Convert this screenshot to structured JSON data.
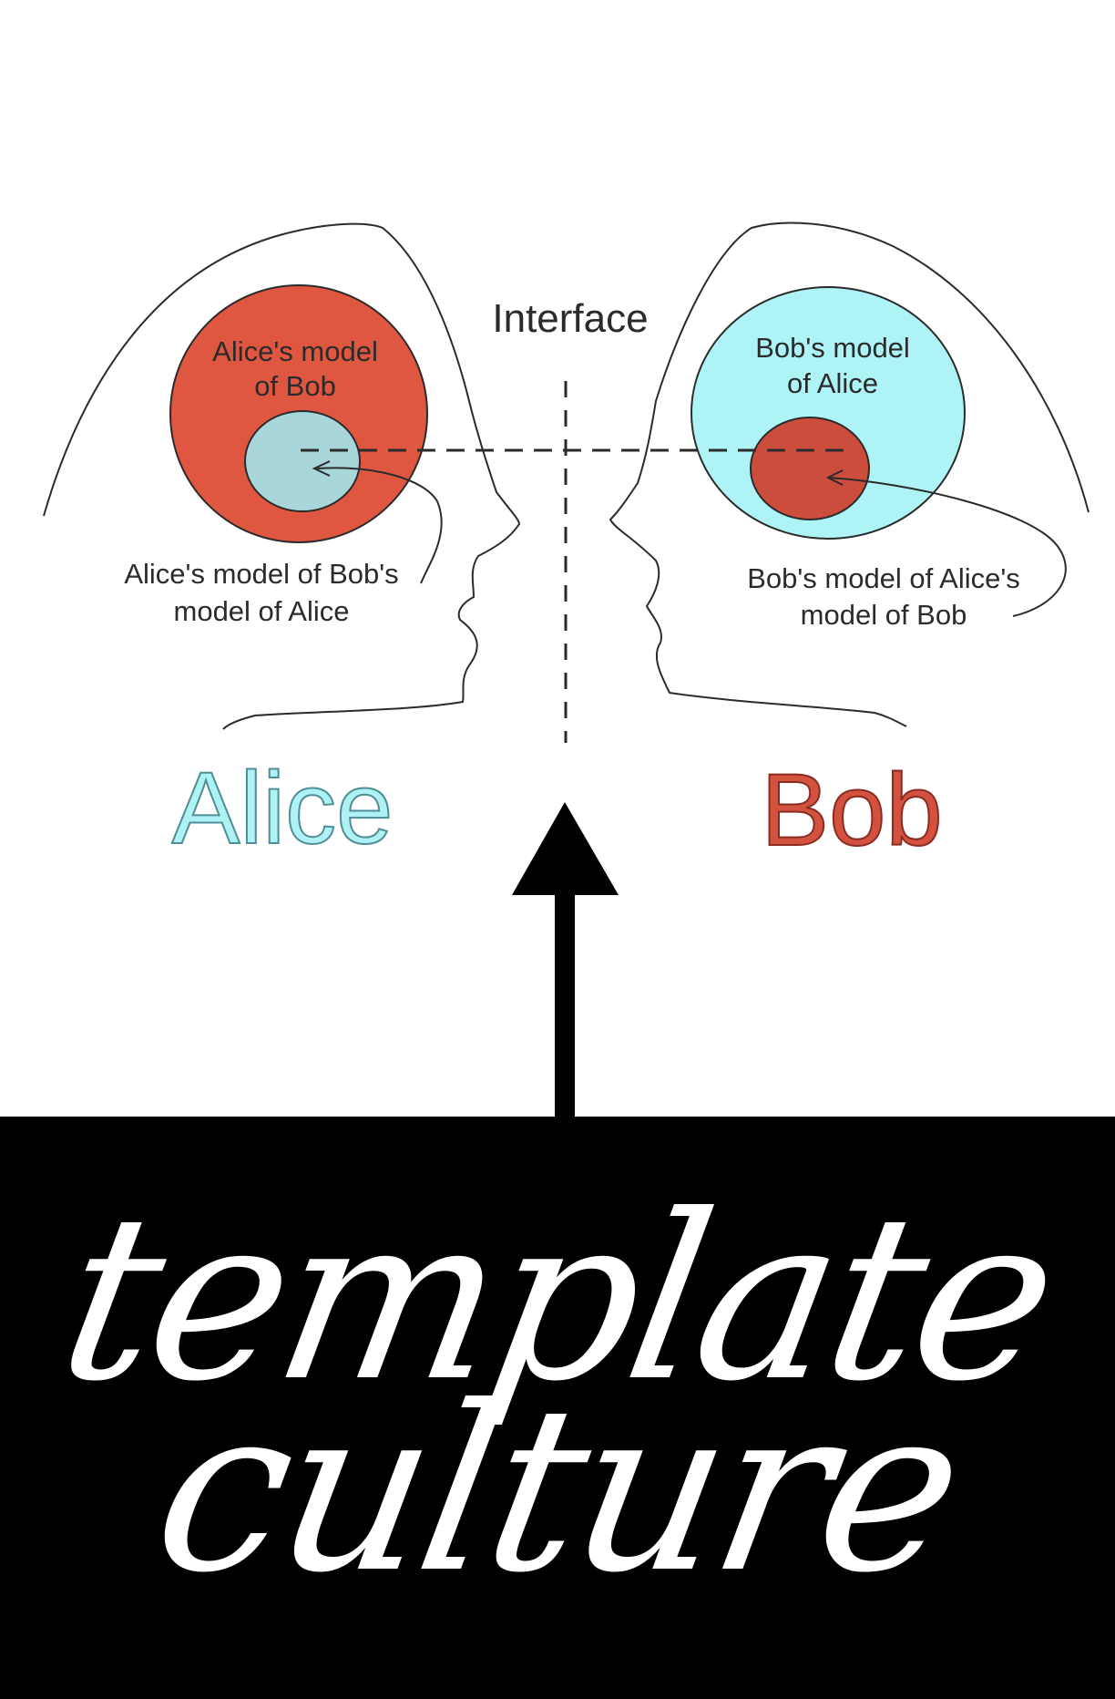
{
  "colors": {
    "red": "#df5740",
    "cyan": "#aef4f7",
    "cyan_inner": "#a9d6da",
    "red_inner": "#cc4d3b",
    "name_red": "#d2513f",
    "name_cyan": "#aff2f5",
    "background": "#ffffff",
    "band": "#000000"
  },
  "diagram": {
    "interface_label": "Interface",
    "alice": {
      "model_of_bob_line1": "Alice's model",
      "model_of_bob_line2": "of Bob",
      "nested_line1": "Alice's model of Bob's",
      "nested_line2": "model of Alice",
      "name": "Alice"
    },
    "bob": {
      "model_of_alice_line1": "Bob's model",
      "model_of_alice_line2": "of Alice",
      "nested_line1": "Bob's model of Alice's",
      "nested_line2": "model of Bob",
      "name": "Bob"
    }
  },
  "caption": {
    "line1": "template",
    "line2": "culture"
  },
  "icons": {
    "arrow": "up-arrow-icon"
  }
}
